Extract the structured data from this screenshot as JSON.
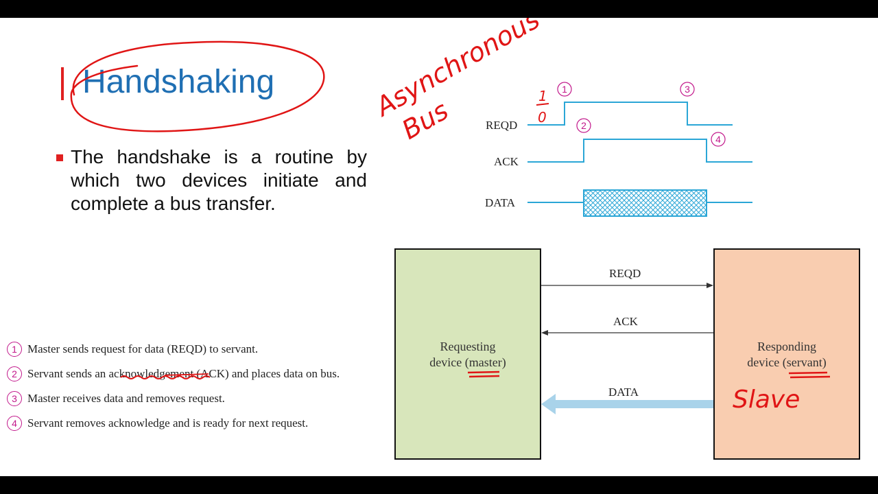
{
  "slide": {
    "title": "Handshaking",
    "bullet": "The handshake is a routine by which two devices initiate and complete a bus transfer."
  },
  "timing": {
    "signals": [
      "REQD",
      "ACK",
      "DATA"
    ],
    "markers": [
      "1",
      "2",
      "3",
      "4"
    ],
    "data_fill_color": "#2aa6d6",
    "line_color": "#2aa6d6"
  },
  "block_diagram": {
    "master_label": "Requesting device (master)",
    "master_line1": "Requesting",
    "master_line2": "device (master)",
    "servant_line1": "Responding",
    "servant_line2": "device (servant)",
    "arrows": [
      "REQD",
      "ACK",
      "DATA"
    ],
    "master_color": "#d8e6bb",
    "servant_color": "#f9cdb0"
  },
  "steps": [
    {
      "num": "1",
      "text": "Master sends request for data (REQD) to servant."
    },
    {
      "num": "2",
      "text": "Servant sends an acknowledgement (ACK) and places data on bus."
    },
    {
      "num": "3",
      "text": "Master receives data and removes request."
    },
    {
      "num": "4",
      "text": "Servant removes acknowledge and is ready for next request."
    }
  ],
  "annotations": {
    "handwritten_1": "Asynchronous",
    "handwritten_2": "Bus",
    "handwritten_slave": "Slave",
    "handwritten_level_high": "1",
    "handwritten_level_low": "0",
    "ink_color": "#e01515"
  }
}
